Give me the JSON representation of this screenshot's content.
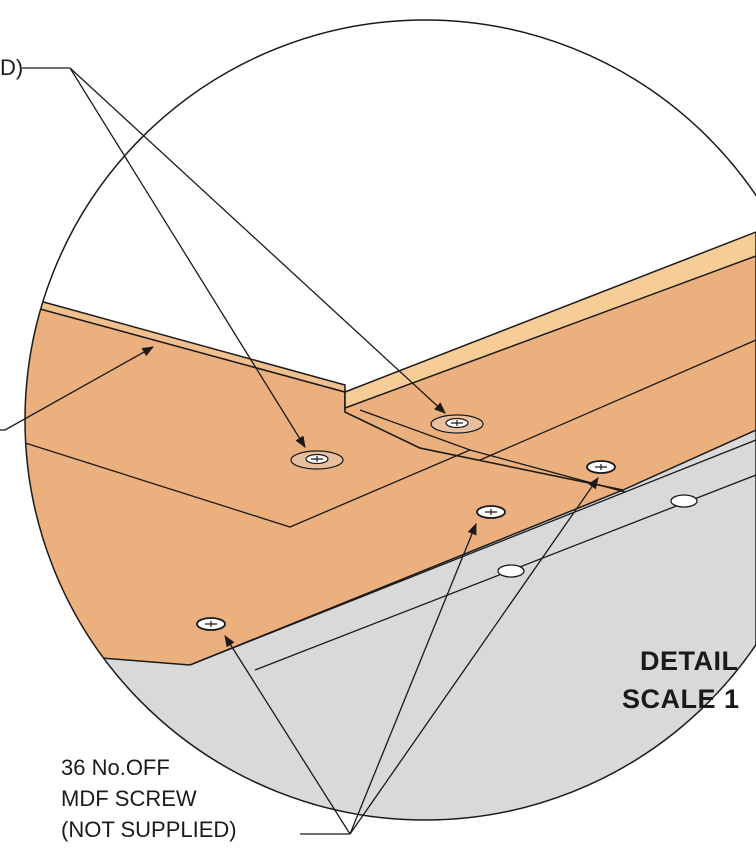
{
  "callouts": {
    "top_partial": "D)",
    "screws": {
      "line1": "36 No.OFF",
      "line2": "MDF SCREW",
      "line3": "(NOT SUPPLIED)"
    }
  },
  "detail_label": {
    "line1": "DETAIL",
    "line2": "SCALE 1"
  },
  "colors": {
    "mdf_face": "#EBB07D",
    "mdf_edge": "#F6CD96",
    "metal_base": "#D9D9D9",
    "outline": "#1a1a1a",
    "screw_head": "#E8C0A0"
  }
}
